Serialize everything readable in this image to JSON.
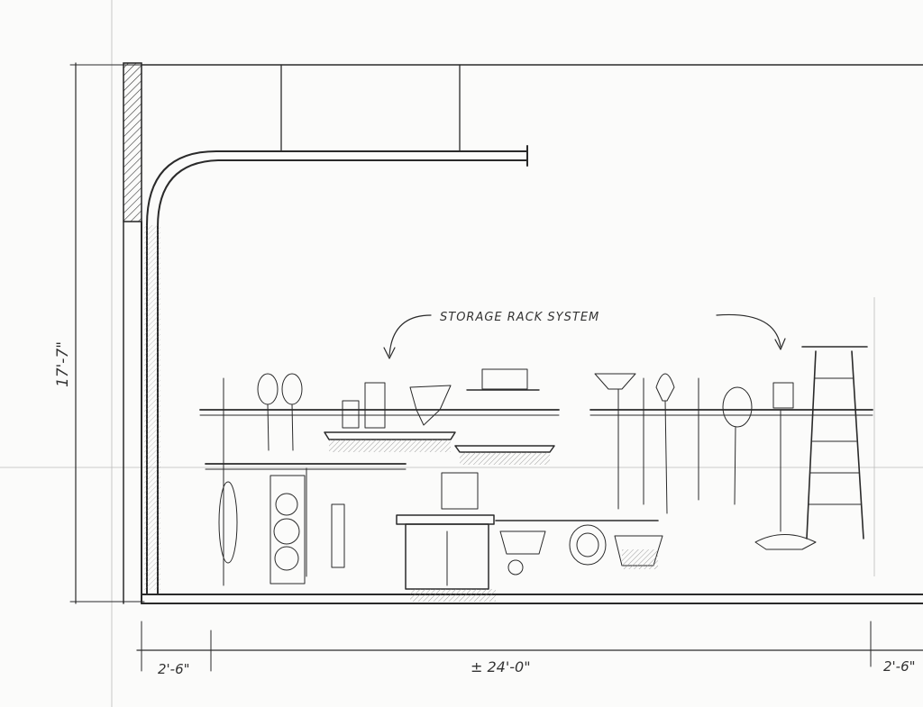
{
  "title_annotation": "STORAGE RACK SYSTEM",
  "dimensions": {
    "height": "17'-7\"",
    "left_offset": "2'-6\"",
    "overall_width": "± 24'-0\"",
    "right_offset": "2'-6\""
  },
  "colors": {
    "ink": "#2a2a2a",
    "paper": "#fbfbfa",
    "shade": "#9a9a9a"
  }
}
